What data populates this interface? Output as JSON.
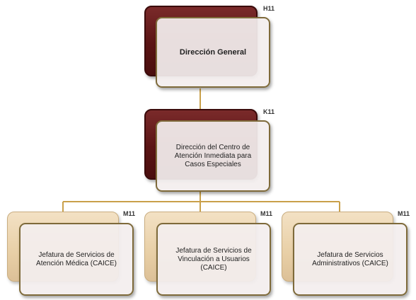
{
  "nodes": {
    "director": {
      "code": "H11",
      "title": "Dirección General"
    },
    "center": {
      "code": "K11",
      "title": "Dirección del Centro de Atención Inmediata para Casos Especiales"
    },
    "medical": {
      "code": "M11",
      "title": "Jefatura de Servicios de Atención Médica (CAICE)"
    },
    "liaison": {
      "code": "M11",
      "title": "Jefatura de Servicios de Vinculación a Usuarios (CAICE)"
    },
    "admin": {
      "code": "M11",
      "title": "Jefatura de Servicios Administrativos (CAICE)"
    }
  },
  "colors": {
    "maroon": "#5a1414",
    "tan": "#e8cfa6",
    "connector": "#c9a04a"
  }
}
